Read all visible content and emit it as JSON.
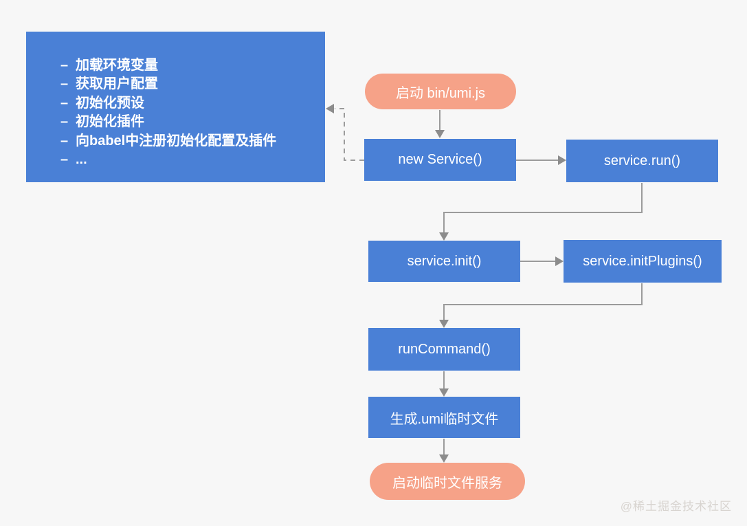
{
  "colors": {
    "bg": "#F7F7F7",
    "node-blue": "#4A80D6",
    "pill-salmon": "#F6A288",
    "line-gray": "#9B9B9B",
    "arrow-gray": "#8C8C8C",
    "text-white": "#FFFFFF",
    "watermark-gray": "#D8D4D0"
  },
  "panel": {
    "bullet": "–",
    "items": [
      "加载环境变量",
      "获取用户配置",
      "初始化预设",
      "初始化插件",
      "向babel中注册初始化配置及插件",
      "..."
    ]
  },
  "nodes": {
    "start": "启动 bin/umi.js",
    "new_service": "new Service()",
    "service_run": "service.run()",
    "service_init": "service.init()",
    "service_init_plugins": "service.initPlugins()",
    "run_command": "runCommand()",
    "gen_tmp_files": "生成.umi临时文件",
    "start_tmp_server": "启动临时文件服务"
  },
  "edges": [
    {
      "from": "start",
      "to": "new_service",
      "style": "solid"
    },
    {
      "from": "new_service",
      "to": "init-steps-panel",
      "style": "dashed"
    },
    {
      "from": "new_service",
      "to": "service_run",
      "style": "solid"
    },
    {
      "from": "service_run",
      "to": "service_init",
      "style": "solid"
    },
    {
      "from": "service_init",
      "to": "service_init_plugins",
      "style": "solid"
    },
    {
      "from": "service_init_plugins",
      "to": "run_command",
      "style": "solid"
    },
    {
      "from": "run_command",
      "to": "gen_tmp_files",
      "style": "solid"
    },
    {
      "from": "gen_tmp_files",
      "to": "start_tmp_server",
      "style": "solid"
    }
  ],
  "watermark": "@稀土掘金技术社区"
}
